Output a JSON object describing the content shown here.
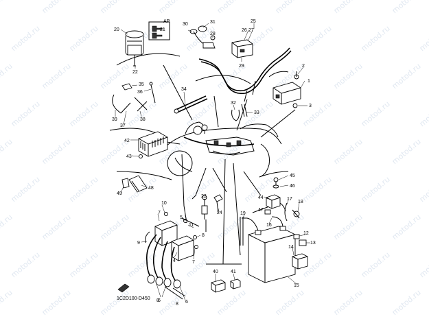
{
  "diagram_code": "1C2D100-D450",
  "kit_label": "AP",
  "watermark": "motod.ru",
  "part_numbers": [
    "1",
    "2",
    "3",
    "4",
    "5",
    "6",
    "7",
    "8",
    "9",
    "10",
    "11",
    "12",
    "13",
    "14",
    "15",
    "16",
    "17",
    "18",
    "19",
    "20",
    "21",
    "22",
    "23",
    "24",
    "25",
    "26",
    "27",
    "28",
    "29",
    "30",
    "31",
    "32",
    "33",
    "34",
    "35",
    "36",
    "37",
    "38",
    "39",
    "40",
    "41",
    "42",
    "43",
    "44",
    "45",
    "46",
    "47",
    "48",
    "49"
  ]
}
